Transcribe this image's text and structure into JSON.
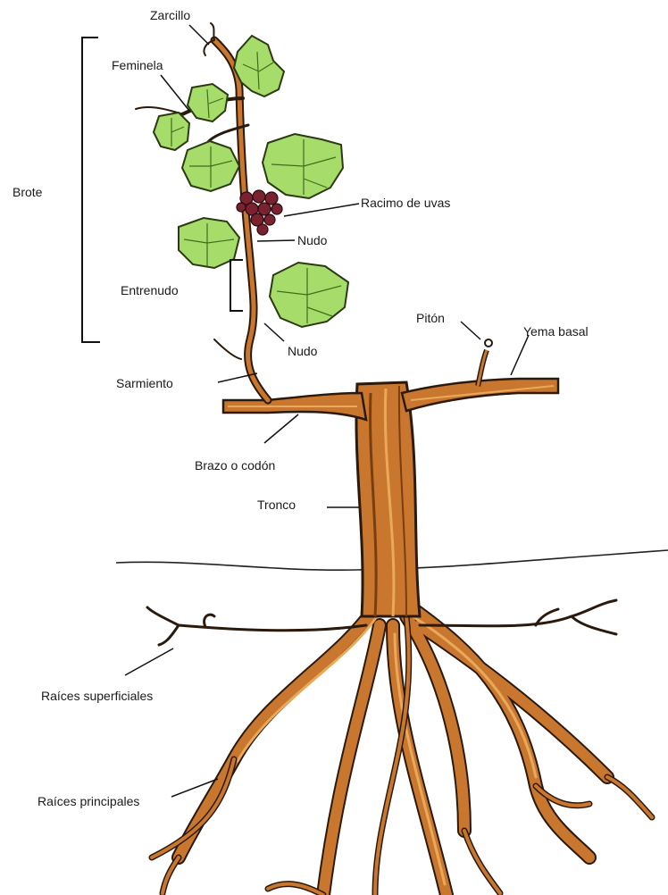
{
  "colors": {
    "wood": "#c9772e",
    "wood_light": "#e9a95a",
    "wood_dark": "#7a3d12",
    "leaf": "#a6dc6a",
    "leaf_dark": "#3f6e1d",
    "grape": "#7a2230",
    "outline": "#2b1a0c"
  },
  "labels": {
    "zarcillo": "Zarcillo",
    "feminela": "Feminela",
    "brote": "Brote",
    "racimo": "Racimo de uvas",
    "nudo_top": "Nudo",
    "entrenudo": "Entrenudo",
    "nudo_bottom": "Nudo",
    "piton": "Pitón",
    "yema_basal": "Yema basal",
    "sarmiento": "Sarmiento",
    "brazo": "Brazo o codón",
    "tronco": "Tronco",
    "raices_superficiales": "Raíces superficiales",
    "raices_principales": "Raíces principales"
  }
}
